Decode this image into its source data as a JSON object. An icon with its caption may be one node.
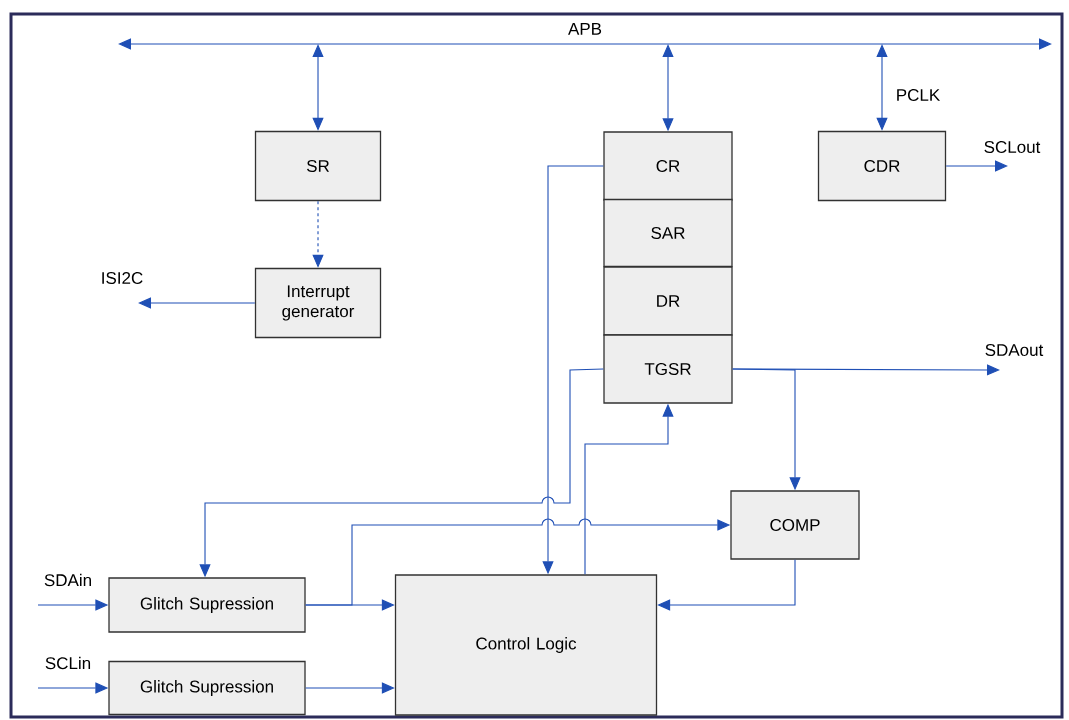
{
  "diagram": {
    "nodes": [
      {
        "text": [
          "APB"
        ]
      },
      {
        "text": [
          "SR"
        ]
      },
      {
        "text": [
          "CR"
        ]
      },
      {
        "text": [
          "CDR"
        ]
      },
      {
        "text": [
          "SAR"
        ]
      },
      {
        "text": [
          "Interrupt generator"
        ]
      },
      {
        "text": [
          "DR"
        ]
      },
      {
        "text": [
          "TGSR"
        ]
      },
      {
        "text": [
          "COMP"
        ]
      },
      {
        "text": [
          "Glitch Supression"
        ]
      },
      {
        "text": [
          "Control Logic"
        ]
      },
      {
        "text": [
          "Glitch Supression"
        ]
      }
    ],
    "edges": [
      {
        "from": 0,
        "to": 1,
        "arrow": "both"
      },
      {
        "from": 0,
        "to": 2,
        "arrow": "both"
      },
      {
        "from": 0,
        "to": 3,
        "arrow": "both",
        "label": "PCLK"
      },
      {
        "from": 3,
        "to": null,
        "arrow": "to",
        "label": "SCLout"
      },
      {
        "from": 1,
        "to": 5,
        "arrow": "to",
        "style": "dashed"
      },
      {
        "from": 5,
        "to": null,
        "arrow": "to",
        "label": "ISI2C"
      },
      {
        "from": 7,
        "to": null,
        "arrow": "to",
        "label": "SDAout"
      },
      {
        "from": 7,
        "to": 8,
        "arrow": "to"
      },
      {
        "from": 2,
        "to": 10,
        "arrow": "to"
      },
      {
        "from": 7,
        "to": 9,
        "arrow": "to"
      },
      {
        "from": 10,
        "to": 7,
        "arrow": "to"
      },
      {
        "from": 9,
        "to": 8,
        "arrow": "to"
      },
      {
        "from": 9,
        "to": 10,
        "arrow": "to"
      },
      {
        "from": 11,
        "to": 10,
        "arrow": "to"
      },
      {
        "from": 8,
        "to": 10,
        "arrow": "to"
      },
      {
        "from": null,
        "to": 9,
        "arrow": "to",
        "label": "SDAin"
      },
      {
        "from": null,
        "to": 11,
        "arrow": "to",
        "label": "SCLin"
      }
    ]
  }
}
